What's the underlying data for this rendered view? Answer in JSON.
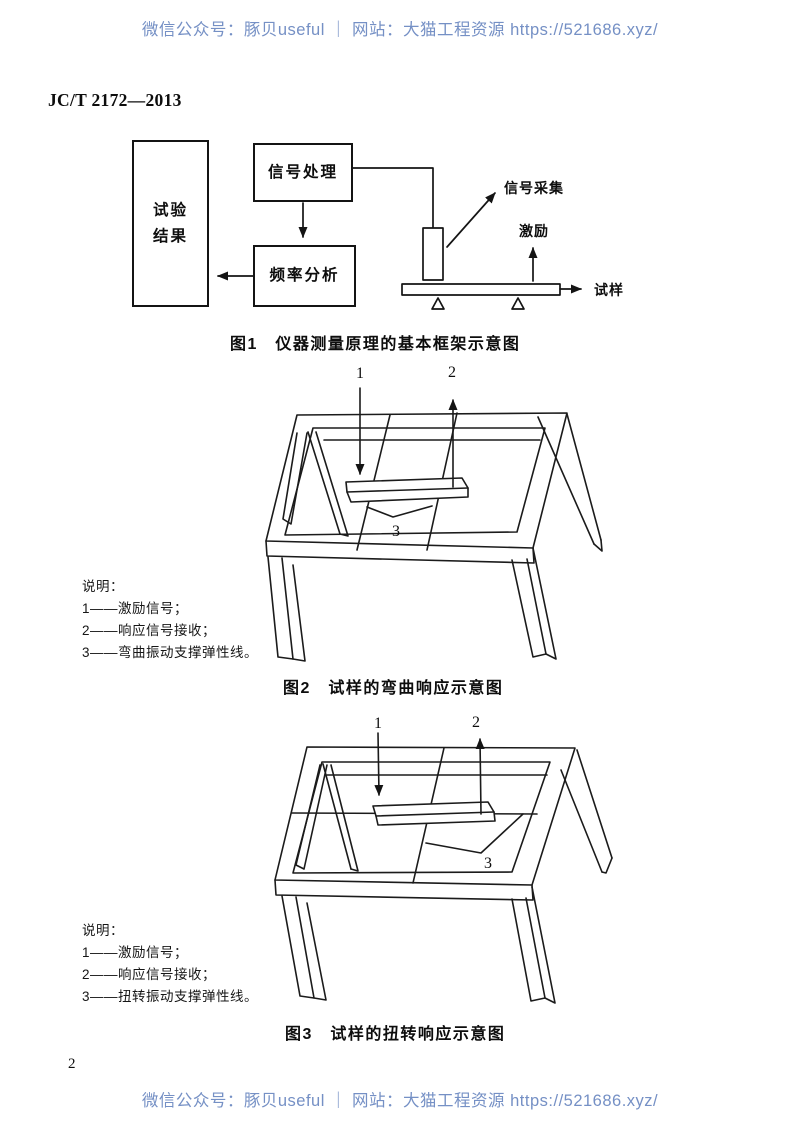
{
  "watermark": {
    "text": "微信公众号：豚贝useful ｜ 网站：大猫工程资源 https://521686.xyz/"
  },
  "page": {
    "standard_code": "JC/T 2172—2013",
    "page_number": "2"
  },
  "figure1": {
    "caption": "图1　仪器测量原理的基本框架示意图",
    "box_result_line1": "试验",
    "box_result_line2": "结果",
    "box_signal_processing": "信号处理",
    "box_frequency_analysis": "频率分析",
    "label_signal_acquisition": "信号采集",
    "label_excitation": "激励",
    "label_specimen": "试样"
  },
  "figure2": {
    "caption": "图2　试样的弯曲响应示意图",
    "legend_title": "说明：",
    "legend_items": [
      "1——激励信号；",
      "2——响应信号接收；",
      "3——弯曲振动支撑弹性线。"
    ],
    "marker_1": "1",
    "marker_2": "2",
    "marker_3": "3"
  },
  "figure3": {
    "caption": "图3　试样的扭转响应示意图",
    "legend_title": "说明：",
    "legend_items": [
      "1——激励信号；",
      "2——响应信号接收；",
      "3——扭转振动支撑弹性线。"
    ],
    "marker_1": "1",
    "marker_2": "2",
    "marker_3": "3"
  }
}
